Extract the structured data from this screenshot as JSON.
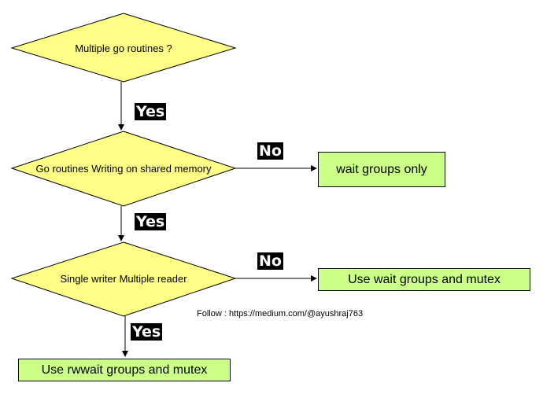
{
  "decisions": {
    "d1": "Multiple go routines ?",
    "d2": "Go routines Writing on shared memory",
    "d3": "Single writer Multiple reader"
  },
  "outcomes": {
    "o1": "wait groups only",
    "o2": "Use wait groups and mutex",
    "o3": "Use rwwait groups and mutex"
  },
  "edge_labels": {
    "yes1": "Yes",
    "yes2": "Yes",
    "yes3": "Yes",
    "no1": "No",
    "no2": "No"
  },
  "footer": {
    "credit": "Follow : https://medium.com/@ayushraj763"
  },
  "colors": {
    "decision_fill": "#ffff88",
    "outcome_fill": "#ccff88",
    "stroke": "#000000"
  }
}
